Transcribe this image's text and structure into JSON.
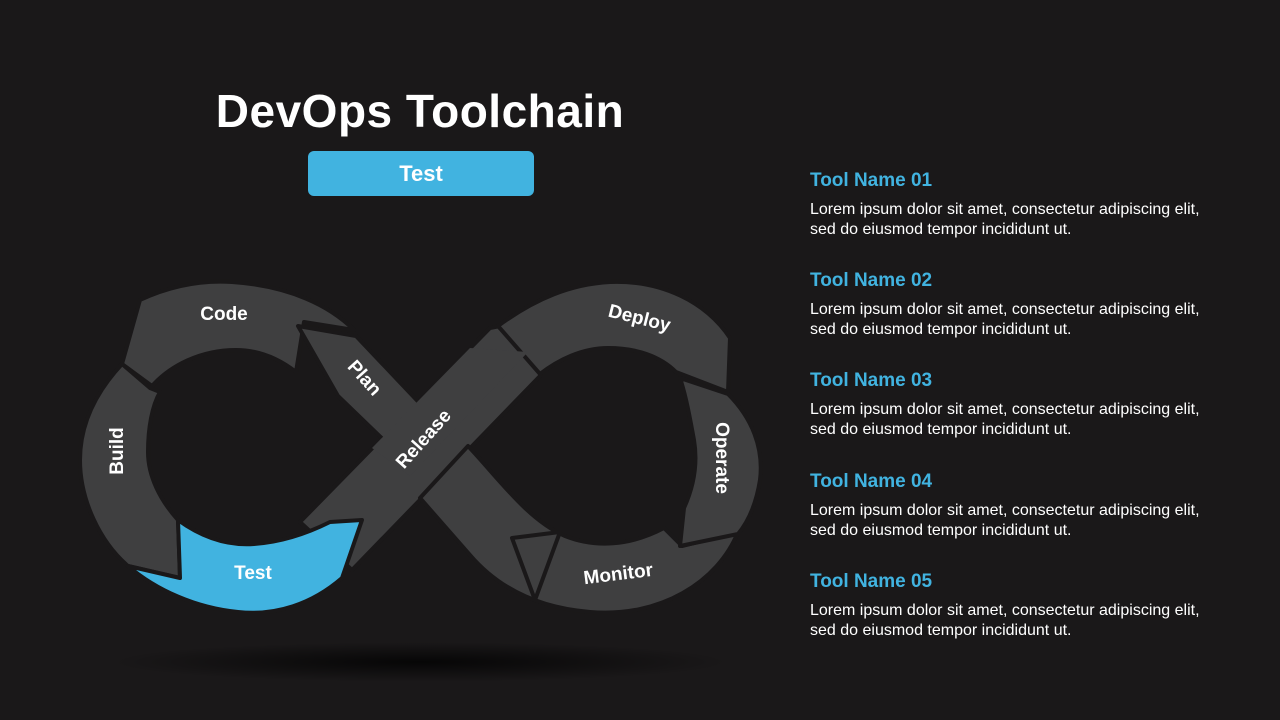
{
  "slide": {
    "title": "DevOps Toolchain",
    "stage_label": "Test"
  },
  "infinity": {
    "segments": [
      {
        "id": "code",
        "label": "Code"
      },
      {
        "id": "build",
        "label": "Build"
      },
      {
        "id": "test",
        "label": "Test",
        "highlighted": true
      },
      {
        "id": "plan",
        "label": "Plan"
      },
      {
        "id": "release",
        "label": "Release"
      },
      {
        "id": "deploy",
        "label": "Deploy"
      },
      {
        "id": "operate",
        "label": "Operate"
      },
      {
        "id": "monitor",
        "label": "Monitor"
      }
    ],
    "colors": {
      "segment": "#3f3f40",
      "highlight": "#41b3e0",
      "outline": "#1a1819"
    }
  },
  "tools": [
    {
      "name": "Tool Name 01",
      "description": "Lorem ipsum dolor sit amet, consectetur adipiscing elit, sed do eiusmod tempor incididunt ut."
    },
    {
      "name": "Tool Name 02",
      "description": "Lorem ipsum dolor sit amet, consectetur adipiscing elit, sed do eiusmod tempor incididunt ut."
    },
    {
      "name": "Tool Name 03",
      "description": "Lorem ipsum dolor sit amet, consectetur adipiscing elit, sed do eiusmod tempor incididunt ut."
    },
    {
      "name": "Tool Name 04",
      "description": "Lorem ipsum dolor sit amet, consectetur adipiscing elit, sed do eiusmod tempor incididunt ut."
    },
    {
      "name": "Tool Name 05",
      "description": "Lorem ipsum dolor sit amet, consectetur adipiscing elit, sed do eiusmod tempor incididunt ut."
    }
  ]
}
